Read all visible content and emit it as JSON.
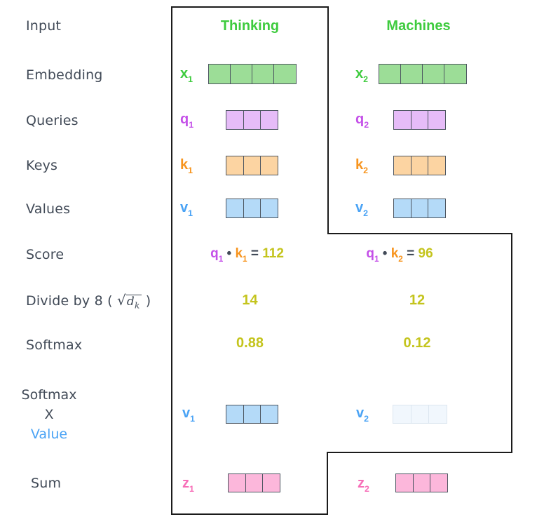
{
  "headers": {
    "col1": "Thinking",
    "col2": "Machines"
  },
  "labels": {
    "input": "Input",
    "embedding": "Embedding",
    "queries": "Queries",
    "keys": "Keys",
    "values": "Values",
    "score": "Score",
    "divide_prefix": "Divide by 8 (",
    "divide_sqrt": "√",
    "divide_radicand": "d",
    "divide_radicand_sub": "k",
    "divide_suffix": ")",
    "softmax": "Softmax",
    "softmax_x_value_line1": "Softmax",
    "softmax_x_value_line2": "X",
    "softmax_x_value_line3": "Value",
    "sum": "Sum"
  },
  "colors": {
    "header_green": "#3ecb3e",
    "label_dark": "#414a57",
    "purple": "#c44fe8",
    "orange": "#f7941e",
    "blue": "#4aa3f5",
    "pink": "#f76eb8",
    "olive": "#c4c41d",
    "cell_border": "#4d5661",
    "green_fill": "#9cdd97",
    "purple_fill": "#e6bcf8",
    "orange_fill": "#fcd4a2",
    "blue_fill": "#b4daf8",
    "pink_fill": "#fcb7db",
    "faded_fill": "#f1f7fd",
    "faded_border": "#dce6f0",
    "outline_black": "#1b1b1b"
  },
  "vectors": {
    "x1": {
      "symbol": "x",
      "sub": "1",
      "cells": 4,
      "fill": "#9cdd97",
      "border": "#4d5661",
      "label_color": "#3ecb3e"
    },
    "x2": {
      "symbol": "x",
      "sub": "2",
      "cells": 4,
      "fill": "#9cdd97",
      "border": "#4d5661",
      "label_color": "#3ecb3e"
    },
    "q1": {
      "symbol": "q",
      "sub": "1",
      "cells": 3,
      "fill": "#e6bcf8",
      "border": "#4d5661",
      "label_color": "#c44fe8"
    },
    "q2": {
      "symbol": "q",
      "sub": "2",
      "cells": 3,
      "fill": "#e6bcf8",
      "border": "#4d5661",
      "label_color": "#c44fe8"
    },
    "k1": {
      "symbol": "k",
      "sub": "1",
      "cells": 3,
      "fill": "#fcd4a2",
      "border": "#4d5661",
      "label_color": "#f7941e"
    },
    "k2": {
      "symbol": "k",
      "sub": "2",
      "cells": 3,
      "fill": "#fcd4a2",
      "border": "#4d5661",
      "label_color": "#f7941e"
    },
    "v1": {
      "symbol": "v",
      "sub": "1",
      "cells": 3,
      "fill": "#b4daf8",
      "border": "#4d5661",
      "label_color": "#4aa3f5"
    },
    "v2": {
      "symbol": "v",
      "sub": "2",
      "cells": 3,
      "fill": "#b4daf8",
      "border": "#4d5661",
      "label_color": "#4aa3f5"
    },
    "v1b": {
      "symbol": "v",
      "sub": "1",
      "cells": 3,
      "fill": "#b4daf8",
      "border": "#4d5661",
      "label_color": "#4aa3f5"
    },
    "v2b": {
      "symbol": "v",
      "sub": "2",
      "cells": 3,
      "fill": "#f1f7fd",
      "border": "#dce6f0",
      "label_color": "#4aa3f5"
    },
    "z1": {
      "symbol": "z",
      "sub": "1",
      "cells": 3,
      "fill": "#fcb7db",
      "border": "#4d5661",
      "label_color": "#f76eb8"
    },
    "z2": {
      "symbol": "z",
      "sub": "2",
      "cells": 3,
      "fill": "#fcb7db",
      "border": "#4d5661",
      "label_color": "#f76eb8"
    }
  },
  "scores": {
    "s1": {
      "q": "q",
      "q_sub": "1",
      "dot": "•",
      "k": "k",
      "k_sub": "1",
      "eq": "=",
      "value": "112"
    },
    "s2": {
      "q": "q",
      "q_sub": "1",
      "dot": "•",
      "k": "k",
      "k_sub": "2",
      "eq": "=",
      "value": "96"
    }
  },
  "divide_values": {
    "col1": "14",
    "col2": "12"
  },
  "softmax_values": {
    "col1": "0.88",
    "col2": "0.12"
  }
}
